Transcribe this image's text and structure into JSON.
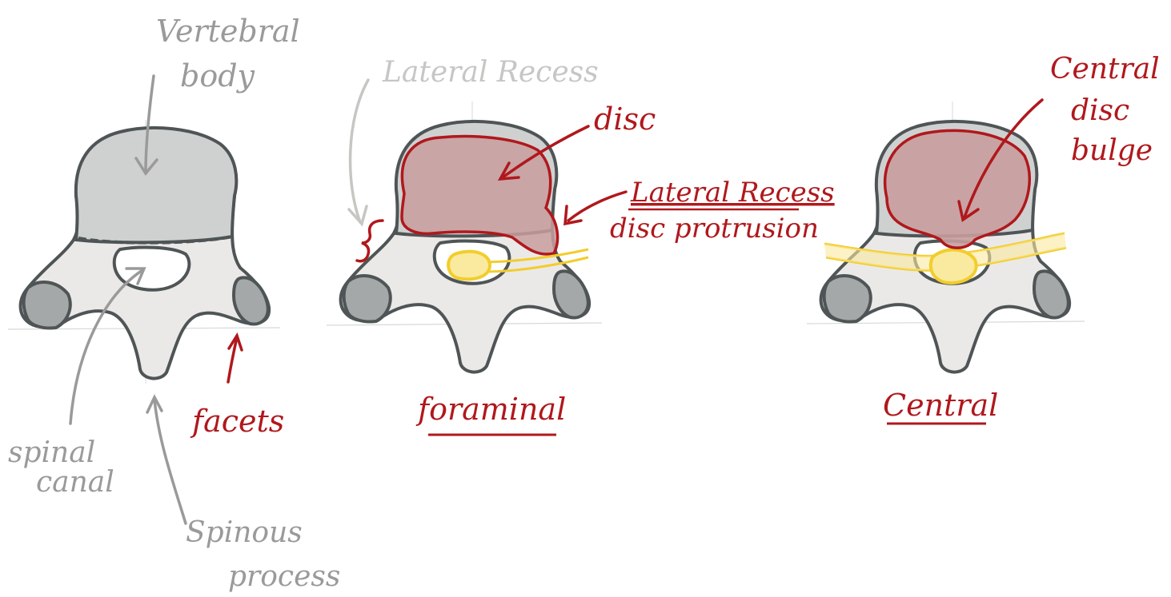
{
  "diagram": {
    "labels": {
      "vertebral_body": [
        "Vertebral",
        "body"
      ],
      "spinal_canal": [
        "spinal",
        "canal"
      ],
      "spinous_process": [
        "Spinous",
        "process"
      ],
      "facets": "facets",
      "lateral_recess_top": "Lateral Recess",
      "disc": "disc",
      "lateral_recess_protrusion": [
        "Lateral Recess",
        "disc protrusion"
      ],
      "foraminal": "foraminal",
      "central_disc_bulge": [
        "Central",
        "disc",
        "bulge"
      ],
      "central": "Central"
    },
    "colors": {
      "bone_fill": "#ebe9e7",
      "bone_outline": "#4f5556",
      "body_fill": "#cfd1d1",
      "facet_fill": "#a5a8a9",
      "disc_fill": "#c89d9d",
      "disc_outline": "#b0181c",
      "nerve": "#f2cd2c",
      "nerve_fill": "#faeaa0",
      "annotation_red": "#b0181c",
      "annotation_gray": "#9a9a9a",
      "annotation_light": "#c6c6c3"
    }
  }
}
